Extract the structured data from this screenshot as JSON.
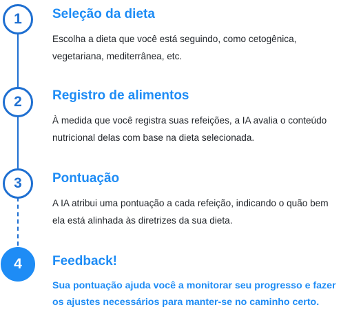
{
  "steps": [
    {
      "number": "1",
      "title": "Seleção da dieta",
      "description": "Escolha a dieta que você está seguindo, como cetogênica, vegetariana, mediterrânea, etc."
    },
    {
      "number": "2",
      "title": "Registro de alimentos",
      "description": "À medida que você registra suas refeições, a IA avalia o conteúdo nutricional delas com base na dieta selecionada."
    },
    {
      "number": "3",
      "title": "Pontuação",
      "description": "A IA atribui uma pontuação a cada refeição, indicando o quão bem ela está alinhada às diretrizes da sua dieta."
    },
    {
      "number": "4",
      "title": "Feedback!",
      "description": "Sua pontuação ajuda você a monitorar seu progresso e fazer os ajustes necessários para manter-se no caminho certo."
    }
  ],
  "colors": {
    "primary": "#1e6fd1",
    "accent": "#1e8cf5",
    "text": "#1f2328"
  }
}
